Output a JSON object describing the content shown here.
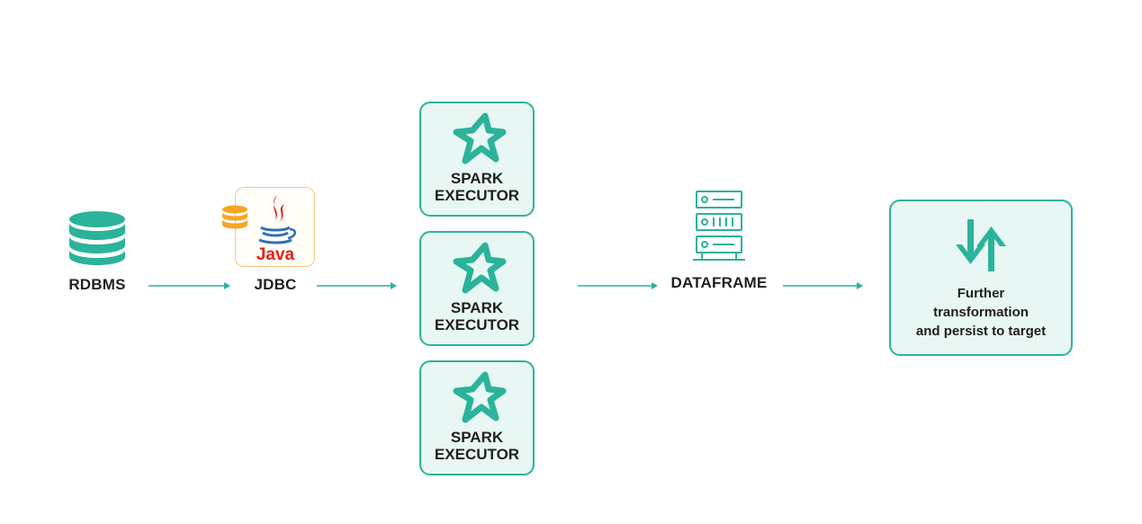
{
  "nodes": {
    "rdbms": {
      "label": "RDBMS"
    },
    "jdbc": {
      "label": "JDBC",
      "logo_text": "Java"
    },
    "executors": [
      {
        "line1": "SPARK",
        "line2": "EXECUTOR"
      },
      {
        "line1": "SPARK",
        "line2": "EXECUTOR"
      },
      {
        "line1": "SPARK",
        "line2": "EXECUTOR"
      }
    ],
    "dataframe": {
      "label": "DATAFRAME"
    },
    "target": {
      "line1": "Further",
      "line2": "transformation",
      "line3": "and persist to target"
    }
  },
  "colors": {
    "teal": "#2bb39c",
    "teal_light": "#e8f7f3",
    "orange": "#f5a623",
    "java_red": "#e2231a",
    "java_blue": "#2f6fb5",
    "text": "#1f1f1f"
  },
  "icons": [
    "database-icon",
    "java-logo-icon",
    "spark-star-icon",
    "server-rack-icon",
    "transfer-arrows-icon"
  ]
}
